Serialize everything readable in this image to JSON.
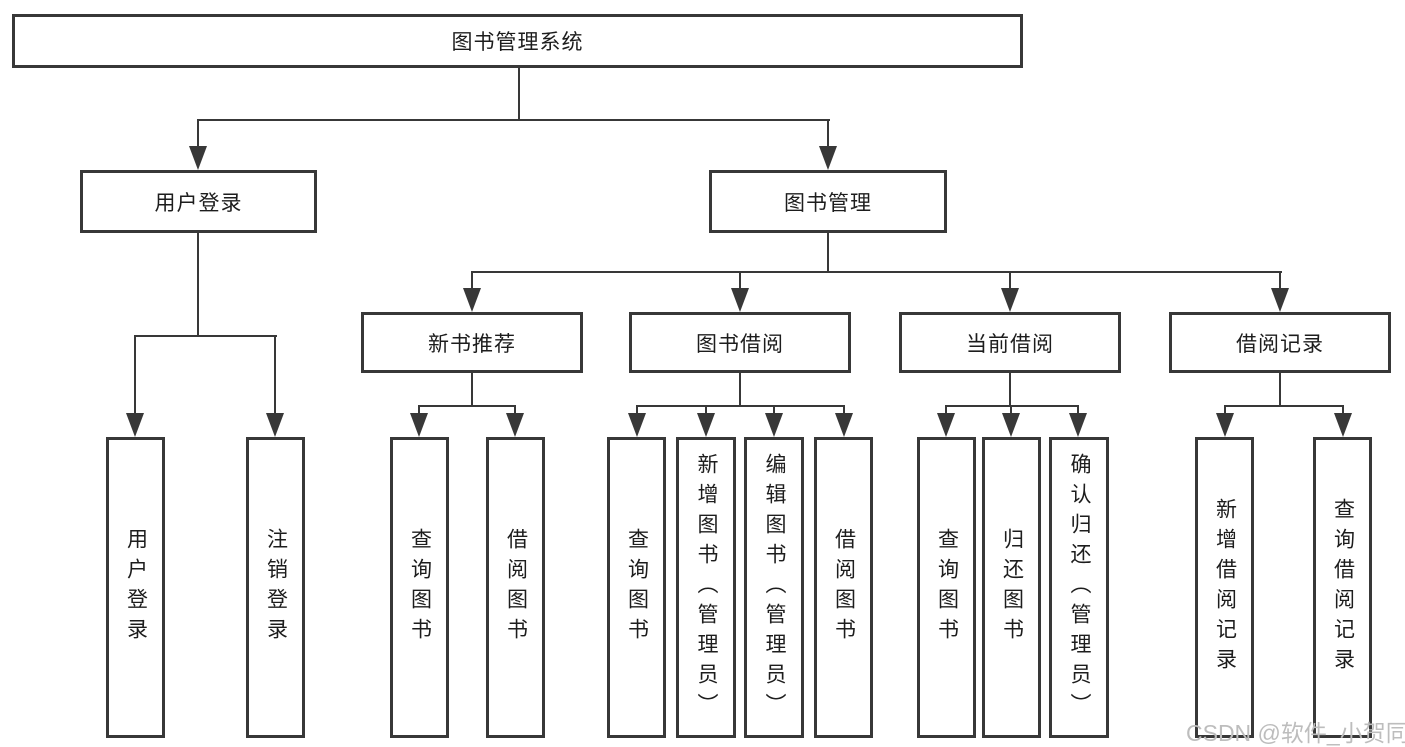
{
  "tree": {
    "root": {
      "label": "图书管理系统",
      "children": [
        {
          "label": "用户登录",
          "children": [
            {
              "label": "用户登录"
            },
            {
              "label": "注销登录"
            }
          ]
        },
        {
          "label": "图书管理",
          "children": [
            {
              "label": "新书推荐",
              "children": [
                {
                  "label": "查询图书"
                },
                {
                  "label": "借阅图书"
                }
              ]
            },
            {
              "label": "图书借阅",
              "children": [
                {
                  "label": "查询图书"
                },
                {
                  "label": "新增图书（管理员）"
                },
                {
                  "label": "编辑图书（管理员）"
                },
                {
                  "label": "借阅图书"
                }
              ]
            },
            {
              "label": "当前借阅",
              "children": [
                {
                  "label": "查询图书"
                },
                {
                  "label": "归还图书"
                },
                {
                  "label": "确认归还（管理员）"
                }
              ]
            },
            {
              "label": "借阅记录",
              "children": [
                {
                  "label": "新增借阅记录"
                },
                {
                  "label": "查询借阅记录"
                }
              ]
            }
          ]
        }
      ]
    }
  },
  "watermark": {
    "text": "CSDN @软件_小贺同学"
  },
  "colors": {
    "line": "#383838",
    "background": "#ffffff",
    "watermark": "#bdbdbd"
  }
}
